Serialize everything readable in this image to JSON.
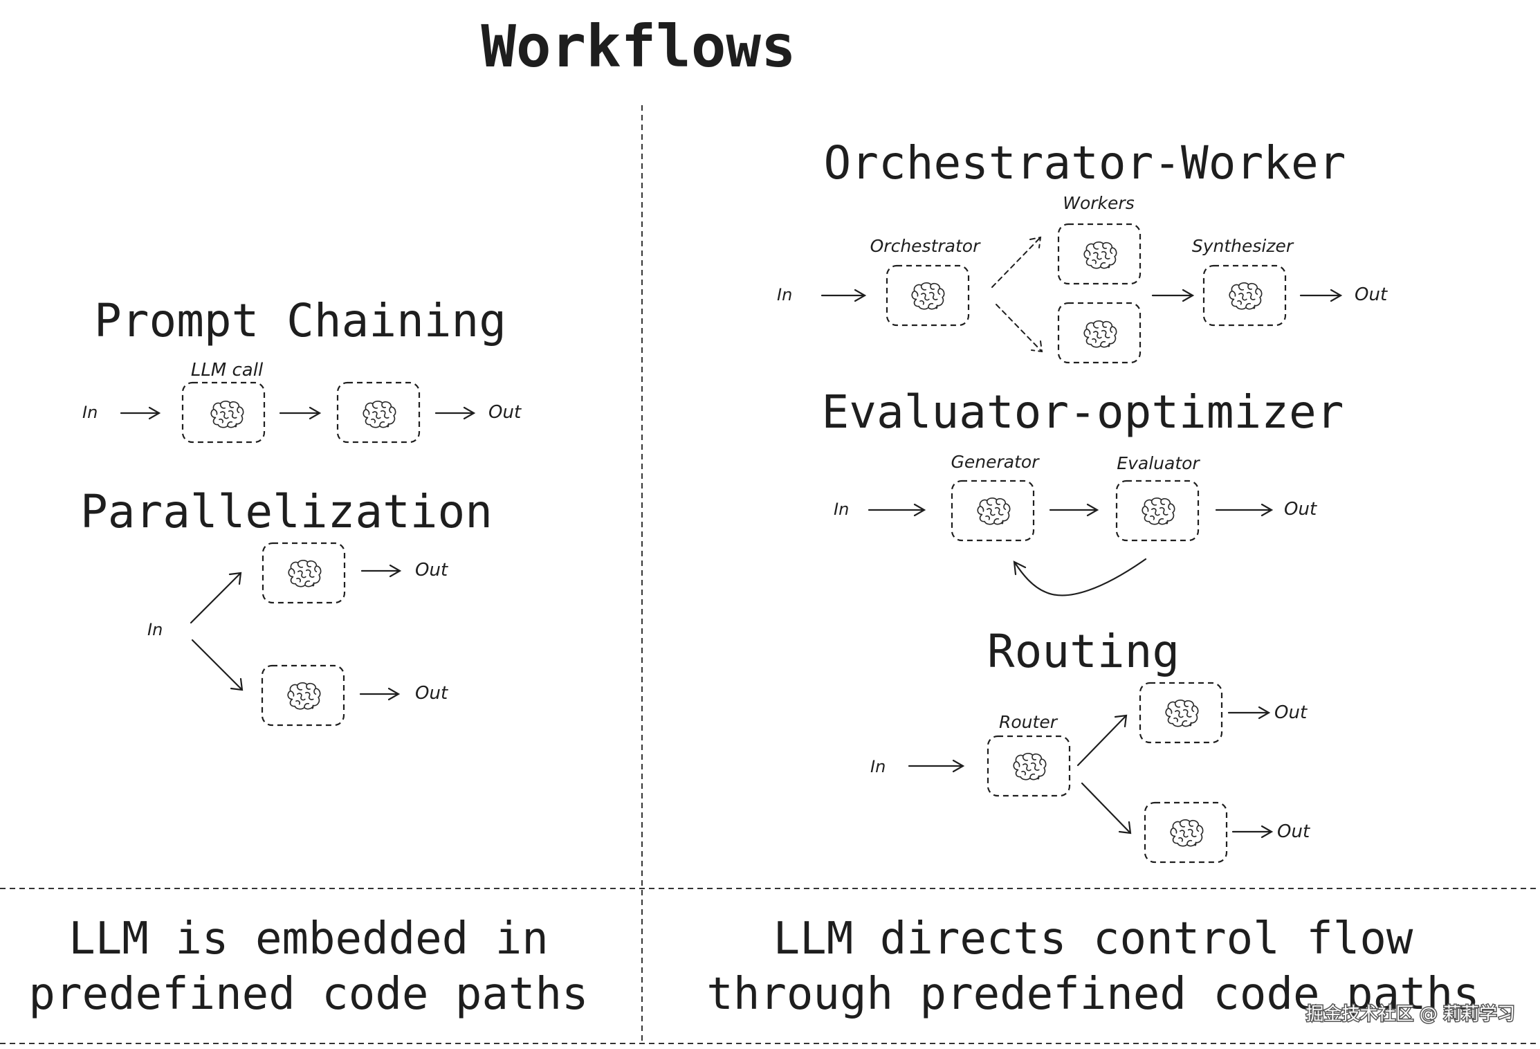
{
  "title": "Workflows",
  "sections": {
    "prompt_chaining": {
      "title": "Prompt Chaining",
      "in": "In",
      "llm_call": "LLM call",
      "out": "Out"
    },
    "parallelization": {
      "title": "Parallelization",
      "in": "In",
      "out_top": "Out",
      "out_bottom": "Out"
    },
    "orchestrator_worker": {
      "title": "Orchestrator-Worker",
      "in": "In",
      "orchestrator": "Orchestrator",
      "workers": "Workers",
      "synthesizer": "Synthesizer",
      "out": "Out"
    },
    "evaluator_optimizer": {
      "title": "Evaluator-optimizer",
      "in": "In",
      "generator": "Generator",
      "evaluator": "Evaluator",
      "out": "Out"
    },
    "routing": {
      "title": "Routing",
      "in": "In",
      "router": "Router",
      "out_top": "Out",
      "out_bottom": "Out"
    }
  },
  "footer": {
    "left_line1": "LLM is embedded in",
    "left_line2": "predefined code paths",
    "right_line1": "LLM directs control flow",
    "right_line2": "through predefined code paths"
  },
  "watermark": "掘金技术社区 @ 莉莉学习",
  "icons": {
    "llm_node": "brain-icon"
  }
}
